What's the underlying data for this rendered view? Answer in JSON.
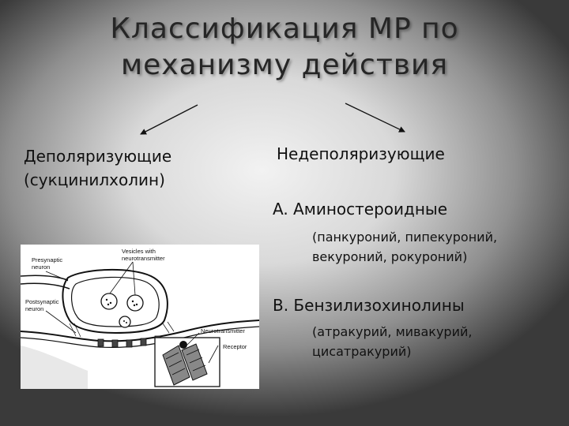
{
  "title": {
    "line1": "Классификация МР по",
    "line2": "механизму действия"
  },
  "left": {
    "line1": "Деполяризующие",
    "line2": "(сукцинилхолин)"
  },
  "right": {
    "heading": "Недеполяризующие",
    "item_a": {
      "title": "A.  Аминостероидные",
      "line1": "(панкуроний, пипекуроний,",
      "line2": "векуроний, рокуроний)"
    },
    "item_b": {
      "title": "B.  Бензилизохинолины",
      "line1": "(атракурий, мивакурий,",
      "line2": "цисатракурий)"
    }
  },
  "diagram": {
    "vesicles_line1": "Vesicles with",
    "vesicles_line2": "neurotransmitter",
    "presynaptic_line1": "Presynaptic",
    "presynaptic_line2": "neuron",
    "postsynaptic_line1": "Postsynaptic",
    "postsynaptic_line2": "neuron",
    "neurotransmitter": "Neurotransmitter",
    "receptor": "Receptor"
  }
}
